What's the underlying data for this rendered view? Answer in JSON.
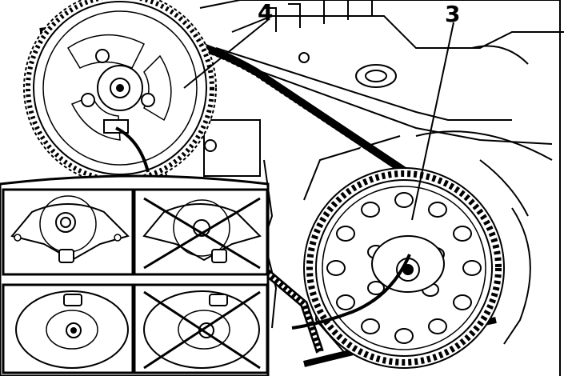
{
  "callouts": {
    "camshaft_sprocket": "4",
    "crankshaft_sprocket": "3"
  },
  "colors": {
    "ink": "#000000",
    "paper": "#ffffff"
  },
  "insets": [
    {
      "name": "correct",
      "marked_wrong": false
    },
    {
      "name": "incorrect",
      "marked_wrong": true
    },
    {
      "name": "correct",
      "marked_wrong": false
    },
    {
      "name": "incorrect",
      "marked_wrong": true
    }
  ]
}
